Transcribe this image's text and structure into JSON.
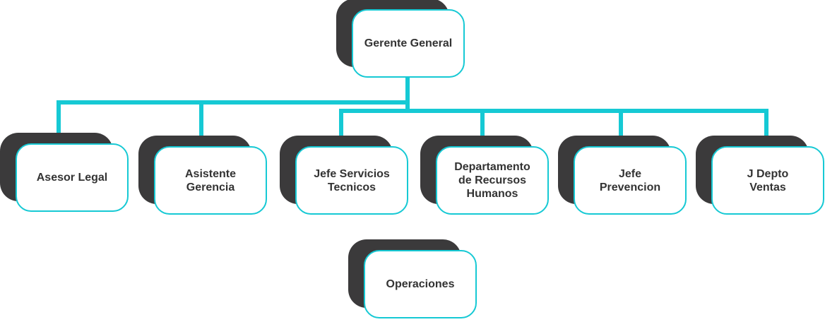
{
  "top": {
    "label": "Gerente General"
  },
  "staff": [
    {
      "label": "Asesor Legal"
    },
    {
      "label": "Asistente Gerencia"
    }
  ],
  "departments": [
    {
      "label": "Jefe Servicios Tecnicos"
    },
    {
      "label": "Departamento de Recursos Humanos"
    },
    {
      "label": "Jefe Prevencion"
    },
    {
      "label": "J Depto Ventas"
    }
  ],
  "bottom": {
    "label": "Operaciones"
  },
  "colors": {
    "connector": "#16c9d4",
    "shadow": "#3b3a3b",
    "text": "#333333"
  }
}
